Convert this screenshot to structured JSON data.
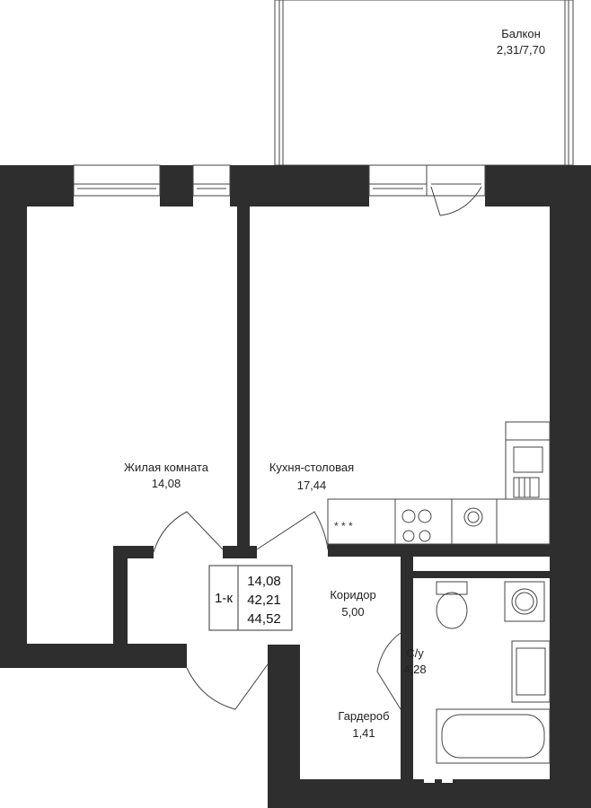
{
  "rooms": {
    "balcony": {
      "name": "Балкон",
      "area": "2,31/7,70"
    },
    "living": {
      "name": "Жилая комната",
      "area": "14,08"
    },
    "kitchen": {
      "name": "Кухня-столовая",
      "area": "17,44"
    },
    "corridor": {
      "name": "Коридор",
      "area": "5,00"
    },
    "bathroom": {
      "name": "С/у",
      "area": "4,28"
    },
    "wardrobe": {
      "name": "Гардероб",
      "area": "1,41"
    }
  },
  "summary": {
    "type": "1-к",
    "living_area": "14,08",
    "total_area": "42,21",
    "total_with_balcony": "44,52"
  },
  "colors": {
    "wall": "#2e2e2e",
    "line": "#444444",
    "background": "#ffffff"
  }
}
